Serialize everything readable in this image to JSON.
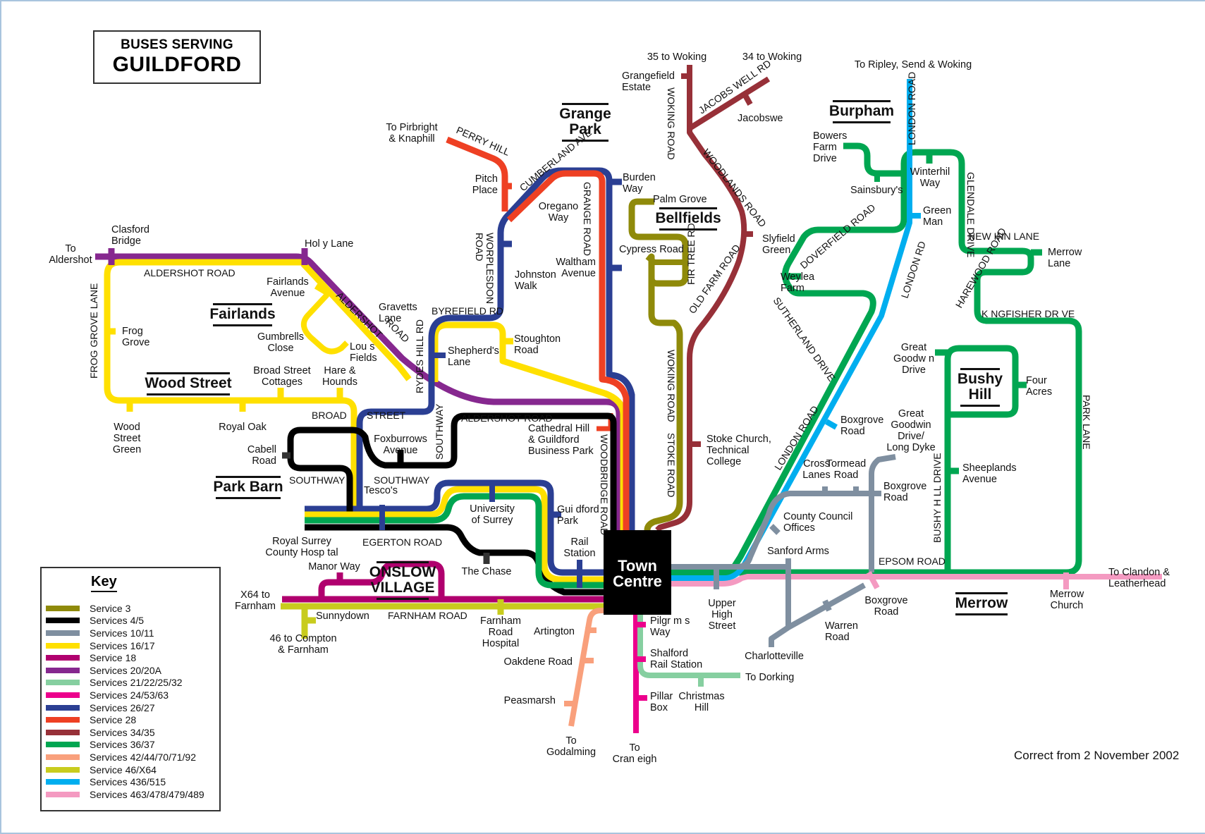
{
  "title": {
    "line1": "BUSES SERVING",
    "line2": "GUILDFORD"
  },
  "town_centre": {
    "line1": "Town",
    "line2": "Centre"
  },
  "footnote": "Correct from 2 November 2002",
  "key": {
    "title": "Key",
    "items": [
      {
        "label": "Service 3",
        "color": "#8f8a0a"
      },
      {
        "label": "Services 4/5",
        "color": "#000000"
      },
      {
        "label": "Services 10/11",
        "color": "#7f8fa0"
      },
      {
        "label": "Services 16/17",
        "color": "#ffe000"
      },
      {
        "label": "Service 18",
        "color": "#b0006e"
      },
      {
        "label": "Services 20/20A",
        "color": "#86288f"
      },
      {
        "label": "Services 21/22/25/32",
        "color": "#86cfa0"
      },
      {
        "label": "Services 24/53/63",
        "color": "#ec008c"
      },
      {
        "label": "Services 26/27",
        "color": "#2b3f93"
      },
      {
        "label": "Service 28",
        "color": "#ee4023"
      },
      {
        "label": "Services 34/35",
        "color": "#973038"
      },
      {
        "label": "Services 36/37",
        "color": "#00a651"
      },
      {
        "label": "Services 42/44/70/71/92",
        "color": "#f9a07c"
      },
      {
        "label": "Service 46/X64",
        "color": "#c8cc1e"
      },
      {
        "label": "Services 436/515",
        "color": "#00aeef"
      },
      {
        "label": "Services 463/478/479/489",
        "color": "#f49ac1"
      }
    ]
  },
  "areas": [
    "Fairlands",
    "Wood Street",
    "Park Barn",
    "Grange Park",
    "Bellfields",
    "Burpham",
    "Bushy Hill",
    "Merrow",
    "ONSLOW VILLAGE"
  ],
  "areas_split": {
    "grange": [
      "Grange",
      "Park"
    ],
    "bushy": [
      "Bushy",
      "Hill"
    ],
    "onslow": [
      "ONSLOW",
      "VILLAGE"
    ]
  },
  "stops": {
    "to_aldershot": [
      "To",
      "Aldershot"
    ],
    "clasford_bridge": [
      "Clasford",
      "Bridge"
    ],
    "holly_lane": [
      "Hol y Lane"
    ],
    "fairlands_avenue": [
      "Fairlands",
      "Avenue"
    ],
    "gravetts_lane": [
      "Gravetts",
      "Lane"
    ],
    "gumbrells_close": [
      "Gumbrells",
      "Close"
    ],
    "lous_fields": [
      "Lou s",
      "Fields"
    ],
    "frog_grove": [
      "Frog",
      "Grove"
    ],
    "broad_street_cottages": [
      "Broad Street",
      "Cottages"
    ],
    "hare_hounds": [
      "Hare &",
      "Hounds"
    ],
    "wood_street_green": [
      "Wood",
      "Street",
      "Green"
    ],
    "royal_oak": [
      "Royal Oak"
    ],
    "cabell_road": [
      "Cabell",
      "Road"
    ],
    "foxburrows_avenue": [
      "Foxburrows",
      "Avenue"
    ],
    "tescos": [
      "Tesco's"
    ],
    "royal_surrey": [
      "Royal Surrey",
      "County Hosp tal"
    ],
    "manor_way": [
      "Manor Way"
    ],
    "the_chase": [
      "The Chase"
    ],
    "university": [
      "University",
      "of Surrey"
    ],
    "guildford_park": [
      "Gui dford",
      "Park"
    ],
    "rail_station": [
      "Rail",
      "Station"
    ],
    "x64_farnham": [
      "X64 to",
      "Farnham"
    ],
    "sunnydown": [
      "Sunnydown"
    ],
    "compton": [
      "46 to Compton",
      "& Farnham"
    ],
    "farnham_road_hospital": [
      "Farnham",
      "Road",
      "Hospital"
    ],
    "artington": [
      "Artington"
    ],
    "oakdene_road": [
      "Oakdene Road"
    ],
    "peasmarsh": [
      "Peasmarsh"
    ],
    "to_godalming": [
      "To",
      "Godalming"
    ],
    "pirbright": [
      "To Pirbright",
      "& Knaphill"
    ],
    "pitch_place": [
      "Pitch",
      "Place"
    ],
    "oregano_way": [
      "Oregano",
      "Way"
    ],
    "johnston_walk": [
      "Johnston",
      "Walk"
    ],
    "burden_way": [
      "Burden",
      "Way"
    ],
    "waltham_avenue": [
      "Waltham",
      "Avenue"
    ],
    "shepherds_lane": [
      "Shepherd's",
      "Lane"
    ],
    "stoughton_road": [
      "Stoughton",
      "Road"
    ],
    "cathedral_hill": [
      "Cathedral Hill",
      "& Guildford",
      "Business Park"
    ],
    "woking_35": [
      "35 to Woking"
    ],
    "woking_34": [
      "34 to Woking"
    ],
    "grangefield": [
      "Grangefield",
      "Estate"
    ],
    "jacobswell": [
      "Jacobswe"
    ],
    "palm_grove": [
      "Palm Grove"
    ],
    "cypress_road": [
      "Cypress Road"
    ],
    "slyfield_green": [
      "Slyfield",
      "Green"
    ],
    "stoke_church": [
      "Stoke Church,",
      "Technical",
      "College"
    ],
    "ripley": [
      "To Ripley, Send & Woking"
    ],
    "bowers_farm": [
      "Bowers",
      "Farm",
      "Drive"
    ],
    "sainsburys": [
      "Sainsbury's"
    ],
    "winterhill_way": [
      "Winterhil",
      "Way"
    ],
    "green_man": [
      "Green",
      "Man"
    ],
    "merrow_lane": [
      "Merrow",
      "Lane"
    ],
    "weylea_farm": [
      "Weylea",
      "Farm"
    ],
    "great_goodwin_drive": [
      "Great",
      "Goodw n",
      "Drive"
    ],
    "four_acres": [
      "Four",
      "Acres"
    ],
    "boxgrove_road_1": [
      "Boxgrove",
      "Road"
    ],
    "great_goodwin_long_dyke": [
      "Great",
      "Goodwin",
      "Drive/",
      "Long Dyke"
    ],
    "cross_lanes": [
      "Cross",
      "Lanes"
    ],
    "tormead_road": [
      "Tormead",
      "Road"
    ],
    "boxgrove_road_2": [
      "Boxgrove",
      "Road"
    ],
    "sheeplands_avenue": [
      "Sheeplands",
      "Avenue"
    ],
    "county_council": [
      "County Council",
      "Offices"
    ],
    "sanford_arms": [
      "Sanford Arms"
    ],
    "upper_high_street": [
      "Upper",
      "High",
      "Street"
    ],
    "boxgrove_road_3": [
      "Boxgrove",
      "Road"
    ],
    "warren_road": [
      "Warren",
      "Road"
    ],
    "charlotteville": [
      "Charlotteville"
    ],
    "merrow_church": [
      "Merrow",
      "Church"
    ],
    "clandon": [
      "To Clandon &",
      "Leatherhead"
    ],
    "pilgrims_way": [
      "Pilgr m s",
      "Way"
    ],
    "shalford": [
      "Shalford",
      "Rail Station"
    ],
    "to_dorking": [
      "To Dorking"
    ],
    "pillar_box": [
      "Pillar",
      "Box"
    ],
    "christmas_hill": [
      "Christmas",
      "Hill"
    ],
    "to_cranleigh": [
      "To",
      "Cran eigh"
    ]
  },
  "roads": {
    "aldershot_road_w": "ALDERSHOT ROAD",
    "aldershot_road_diag": "ALDERSHOT",
    "aldershot_road_diag2": "ROAD",
    "frog_grove_lane": "FROG GROVE LANE",
    "broad": "BROAD",
    "street": "STREET",
    "southway_1": "SOUTHWAY",
    "southway_2": "SOUTHWAY",
    "southway_v": "SOUTHWAY",
    "aldershot_road_s": "ALDERSHOT ROAD",
    "rydes_hill_rd": "RYDES HILL RD",
    "byrefield_rd": "BYREFIELD RD",
    "worplesdon_road": [
      "WORPLESDON",
      "ROAD"
    ],
    "perry_hill": "PERRY HILL",
    "cumberland_ave": "CUMBERLAND AVE",
    "grange_road": "GRANGE ROAD",
    "woodbridge_road": "WOODBRIDGE ROAD",
    "egerton_road": "EGERTON ROAD",
    "farnham_road": "FARNHAM  ROAD",
    "woking_road_n": "WOKING ROAD",
    "jacobs_well_rd": "JACOBS WELL RD",
    "woodlands_road": "WOODLANDS ROAD",
    "old_farm_road": "OLD FARM ROAD",
    "fir_tree_rd": "FIR TREE RD",
    "woking_road_s": "WOKING ROAD",
    "stoke_road": "STOKE ROAD",
    "london_road_n": "LONDON ROAD",
    "london_rd": "LONDON RD",
    "london_road_s": "LONDON ROAD",
    "doverfield_road": "DOVERFIELD ROAD",
    "sutherland_drive": "SUTHERLAND DRIVE",
    "glendale_drive": "GLENDALE DRIVE",
    "new_inn_lane": "NEW INN LANE",
    "harewood_road": "HAREWOOD ROAD",
    "kingfisher_drive": "K NGFISHER DR VE",
    "park_lane": "PARK LANE",
    "bushy_hill_drive": "BUSHY H LL DRIVE",
    "epsom_road": "EPSOM ROAD"
  }
}
